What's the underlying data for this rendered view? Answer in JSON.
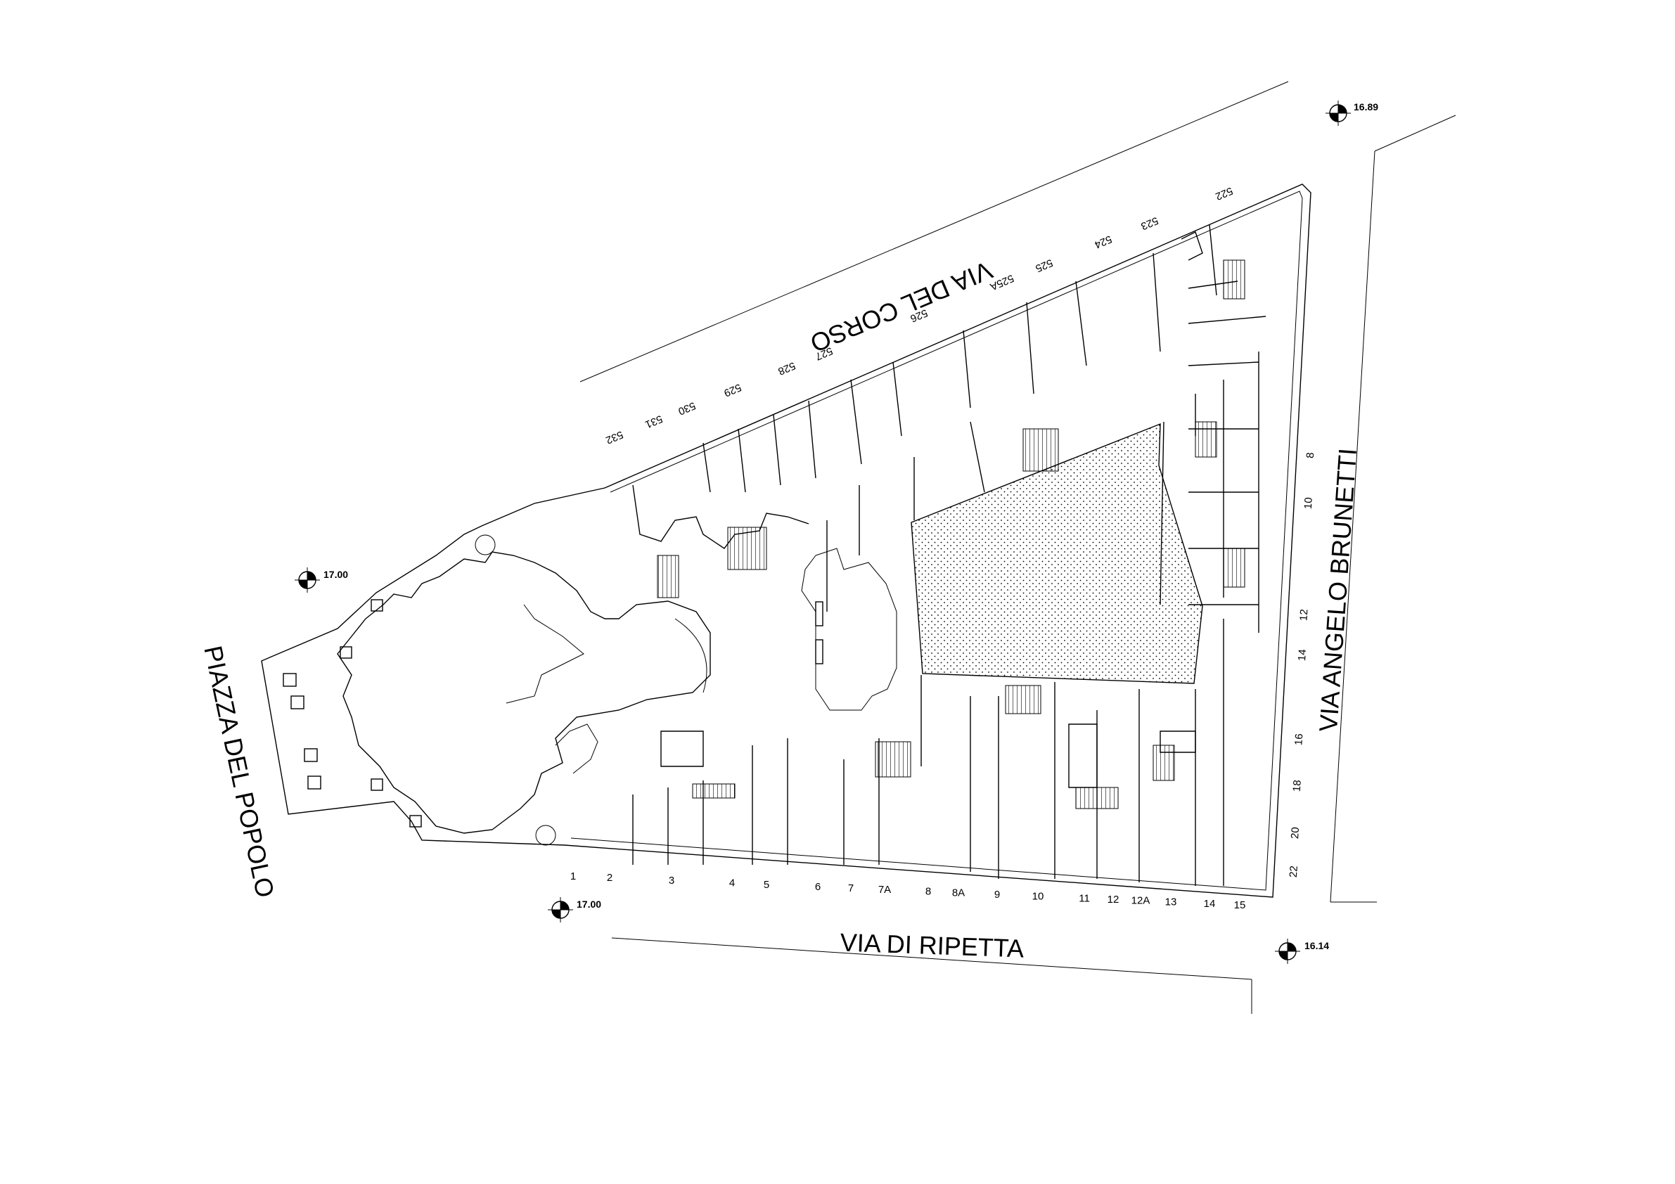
{
  "streets": {
    "corso": "VIA DEL CORSO",
    "ripetta": "VIA DI RIPETTA",
    "brunetti": "VIA ANGELO BRUNETTI",
    "popolo": "PIAZZA DEL POPOLO"
  },
  "elevations": {
    "top_right": "16.89",
    "left": "17.00",
    "bottom_left": "17.00",
    "bottom_right": "16.14"
  },
  "civics_ripetta": [
    "1",
    "2",
    "3",
    "4",
    "5",
    "6",
    "7",
    "7A",
    "8",
    "8A",
    "9",
    "10",
    "11",
    "12",
    "12A",
    "13",
    "14",
    "15"
  ],
  "civics_brunetti": [
    "8",
    "10",
    "12",
    "14",
    "16",
    "18",
    "20",
    "22"
  ],
  "civics_corso": [
    "522",
    "523",
    "524",
    "525",
    "525A",
    "526",
    "527",
    "528",
    "529",
    "530",
    "531",
    "532"
  ]
}
